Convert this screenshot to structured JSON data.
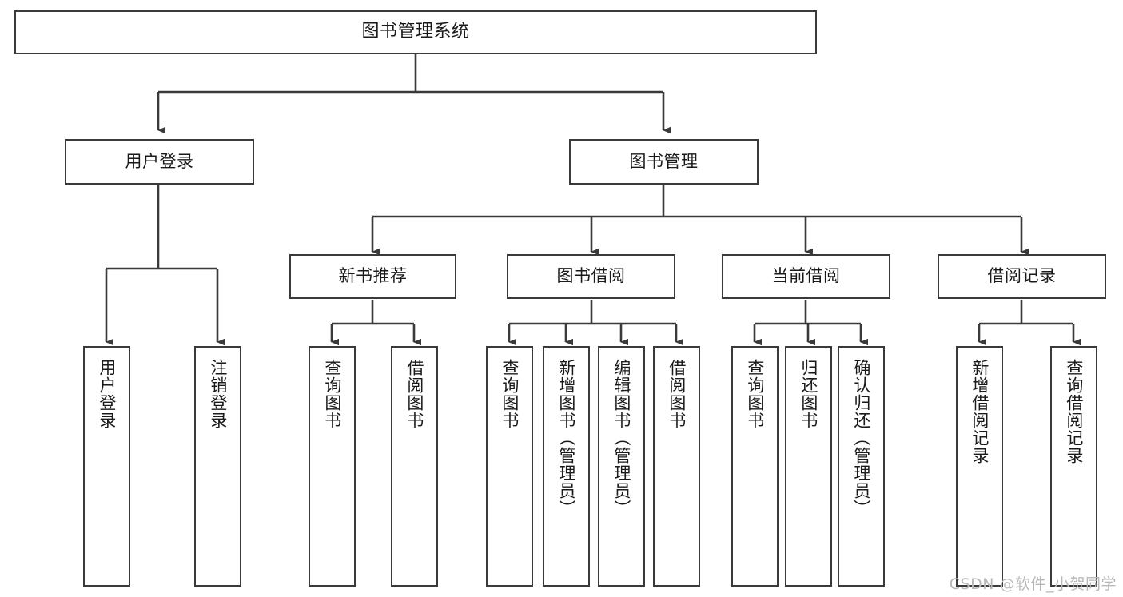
{
  "diagram": {
    "title": "图书管理系统",
    "type": "tree-hierarchy",
    "watermark": "CSDN @软件_小贺同学",
    "line_color": "#3a3a3a",
    "box_fill": "#ffffff",
    "text_color": "#1a1a1a",
    "watermark_color": "#b8b8b8"
  },
  "nodes": {
    "root": {
      "label": "图书管理系统"
    },
    "level1": [
      {
        "label": "用户登录"
      },
      {
        "label": "图书管理"
      }
    ],
    "level2": [
      {
        "label": "新书推荐"
      },
      {
        "label": "图书借阅"
      },
      {
        "label": "当前借阅"
      },
      {
        "label": "借阅记录"
      }
    ],
    "leaves_user_login": [
      {
        "label": "用户登录"
      },
      {
        "label": "注销登录"
      }
    ],
    "leaves_new_book": [
      {
        "label": "查询图书"
      },
      {
        "label": "借阅图书"
      }
    ],
    "leaves_borrow": [
      {
        "label": "查询图书"
      },
      {
        "label": "新增图书（管理员）"
      },
      {
        "label": "编辑图书（管理员）"
      },
      {
        "label": "借阅图书"
      }
    ],
    "leaves_current": [
      {
        "label": "查询图书"
      },
      {
        "label": "归还图书"
      },
      {
        "label": "确认归还（管理员）"
      }
    ],
    "leaves_record": [
      {
        "label": "新增借阅记录"
      },
      {
        "label": "查询借阅记录"
      }
    ]
  }
}
